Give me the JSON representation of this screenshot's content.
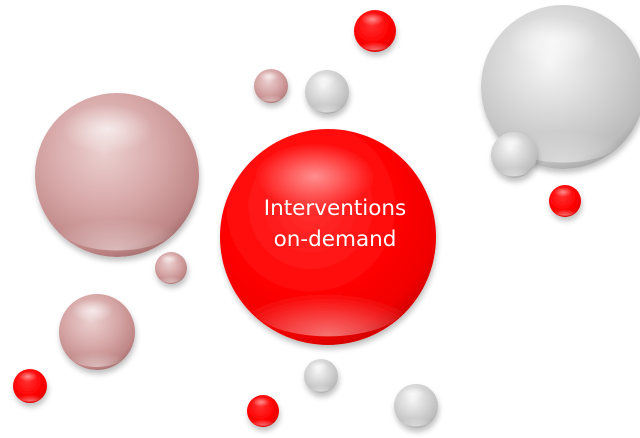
{
  "center_bubble": {
    "line1": "Interventions",
    "line2": "on-demand"
  },
  "colors": {
    "red": "#ff0a0a",
    "rose": "#c98a8a",
    "grey": "#c4c4c4",
    "background": "#ffffff"
  },
  "bubble_colors": [
    "red",
    "rose",
    "grey"
  ]
}
